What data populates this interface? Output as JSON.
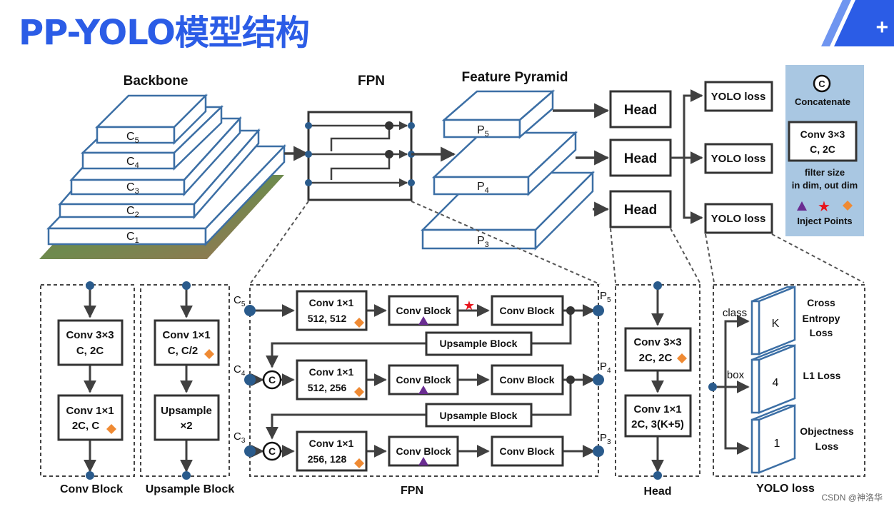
{
  "title": "PP-YOLO模型结构",
  "top": {
    "backbone_label": "Backbone",
    "fpn_label": "FPN",
    "pyramid_label": "Feature Pyramid",
    "backbone_levels": [
      {
        "base": "C",
        "sub": "5"
      },
      {
        "base": "C",
        "sub": "4"
      },
      {
        "base": "C",
        "sub": "3"
      },
      {
        "base": "C",
        "sub": "2"
      },
      {
        "base": "C",
        "sub": "1"
      }
    ],
    "pyramid_levels": [
      {
        "base": "P",
        "sub": "5"
      },
      {
        "base": "P",
        "sub": "4"
      },
      {
        "base": "P",
        "sub": "3"
      }
    ],
    "head_labels": [
      "Head",
      "Head",
      "Head"
    ],
    "loss_labels": [
      "YOLO loss",
      "YOLO loss",
      "YOLO loss"
    ]
  },
  "legend": {
    "concat_symbol": "C",
    "concat_label": "Concatenate",
    "conv_line1": "Conv 3×3",
    "conv_line2": "C, 2C",
    "filter_line1": "filter size",
    "filter_line2": "in dim, out dim",
    "inject_label": "Inject Points",
    "colors": {
      "triangle": "#6a2c91",
      "star": "#e8141c",
      "diamond": "#ef8a33",
      "panel": "#a9c7e2"
    }
  },
  "conv_block": {
    "b1_line1": "Conv 3×3",
    "b1_line2": "C, 2C",
    "b2_line1": "Conv 1×1",
    "b2_line2": "2C, C",
    "caption": "Conv Block"
  },
  "upsample_block": {
    "b1_line1": "Conv 1×1",
    "b1_line2": "C, C/2",
    "b2_line1": "Upsample",
    "b2_line2": "×2",
    "caption": "Upsample Block"
  },
  "fpn_detail": {
    "caption": "FPN",
    "input_labels": [
      {
        "base": "C",
        "sub": "5"
      },
      {
        "base": "C",
        "sub": "4"
      },
      {
        "base": "C",
        "sub": "3"
      }
    ],
    "output_labels": [
      {
        "base": "P",
        "sub": "5"
      },
      {
        "base": "P",
        "sub": "4"
      },
      {
        "base": "P",
        "sub": "3"
      }
    ],
    "rows": [
      {
        "conv1": "Conv 1×1",
        "conv2": "512, 512",
        "block_a": "Conv Block",
        "block_b": "Conv Block"
      },
      {
        "conv1": "Conv 1×1",
        "conv2": "512, 256",
        "block_a": "Conv Block",
        "block_b": "Conv Block"
      },
      {
        "conv1": "Conv 1×1",
        "conv2": "256, 128",
        "block_a": "Conv Block",
        "block_b": "Conv Block"
      }
    ],
    "upsample_labels": [
      "Upsample Block",
      "Upsample Block"
    ],
    "concat_symbol": "C"
  },
  "head_detail": {
    "b1_line1": "Conv 3×3",
    "b1_line2": "2C, 2C",
    "b2_line1": "Conv 1×1",
    "b2_line2": "2C, 3(K+5)",
    "caption": "Head"
  },
  "loss_detail": {
    "caption": "YOLO loss",
    "branch_labels": [
      "class",
      "box"
    ],
    "slab_values": [
      "K",
      "4",
      "1"
    ],
    "loss_names": [
      {
        "l1": "Cross",
        "l2": "Entropy",
        "l3": "Loss"
      },
      {
        "l1": "L1 Loss"
      },
      {
        "l1": "Objectness",
        "l2": "Loss"
      }
    ]
  },
  "watermark": "CSDN @神洛华"
}
